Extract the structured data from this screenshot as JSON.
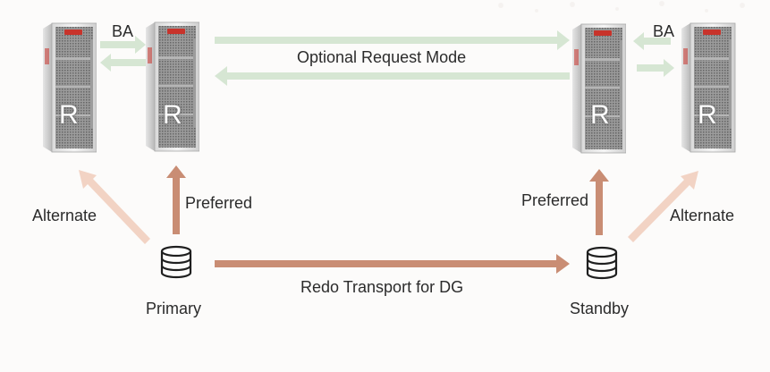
{
  "labels": {
    "ba_left": "BA",
    "ba_right": "BA",
    "optional_request_mode": "Optional Request Mode",
    "preferred_left": "Preferred",
    "preferred_right": "Preferred",
    "alternate_left": "Alternate",
    "alternate_right": "Alternate",
    "redo_transport": "Redo Transport for DG",
    "primary": "Primary",
    "standby": "Standby"
  },
  "rack_badge": "R",
  "colors": {
    "green_arrow": "#d6e6d3",
    "brown_arrow": "#c98d74",
    "peach_arrow": "#f2d3c4",
    "rack_red": "#c8332b"
  }
}
